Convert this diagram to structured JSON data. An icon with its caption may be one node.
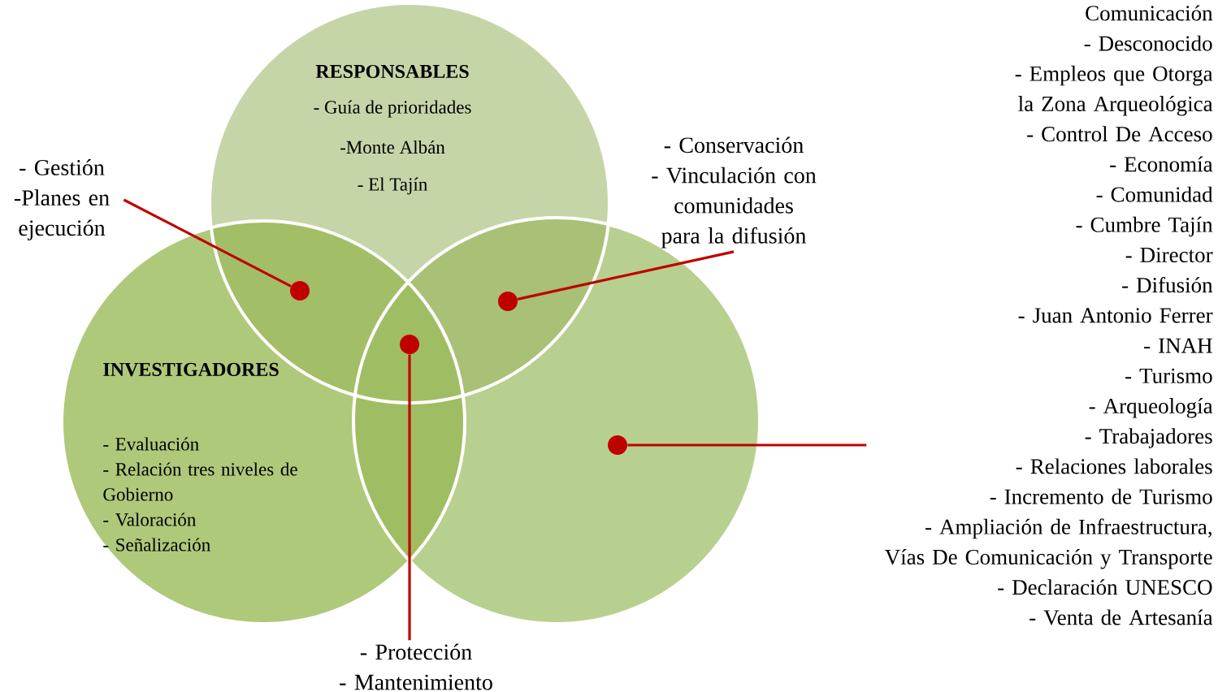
{
  "diagram": {
    "nodes": [
      {
        "text": [
          "RESPONSABLES",
          "- Guía de prioridades",
          "-Monte Albán",
          "- El Tajín"
        ]
      },
      {
        "text": [
          "INVESTIGADORES",
          "- Evaluación",
          "- Relación tres niveles de Gobierno",
          "- Valoración",
          "- Señalización"
        ]
      },
      {
        "text": [],
        "shape": "circle"
      },
      {
        "text": [],
        "shape": "circle"
      },
      {
        "text": [],
        "shape": "circle"
      },
      {
        "text": [],
        "shape": "circle"
      },
      {
        "text": [],
        "shape": "circle",
        "in": 2
      },
      {
        "text": [
          "- Gestión",
          "-Planes en ejecución"
        ]
      },
      {
        "text": [
          "- Conservación",
          "- Vinculación con comunidades para la difusión"
        ]
      },
      {
        "text": [
          "- Protección",
          "- Mantenimiento"
        ]
      },
      {
        "text": [
          "Comunicación",
          "- Desconocido",
          "- Empleos que Otorga la Zona Arqueológica",
          "- Control De Acceso",
          "- Economía",
          "- Comunidad",
          "- Cumbre Tajín",
          "- Director",
          "- Difusión",
          "- Juan Antonio Ferrer",
          "- INAH",
          "- Turismo",
          "- Arqueología",
          "- Trabajadores",
          "- Relaciones laborales",
          "- Incremento de Turismo",
          "- Ampliación de Infraestructura, Vías De Comunicación y Transporte",
          "- Declaración UNESCO",
          "- Venta de Artesanía"
        ]
      }
    ],
    "edges": [
      {
        "from": 7,
        "to": 3,
        "arrow": "none"
      },
      {
        "from": 8,
        "to": 4,
        "arrow": "none"
      },
      {
        "from": 9,
        "to": 5,
        "arrow": "none"
      },
      {
        "from": 10,
        "to": 6,
        "arrow": "none"
      }
    ]
  }
}
